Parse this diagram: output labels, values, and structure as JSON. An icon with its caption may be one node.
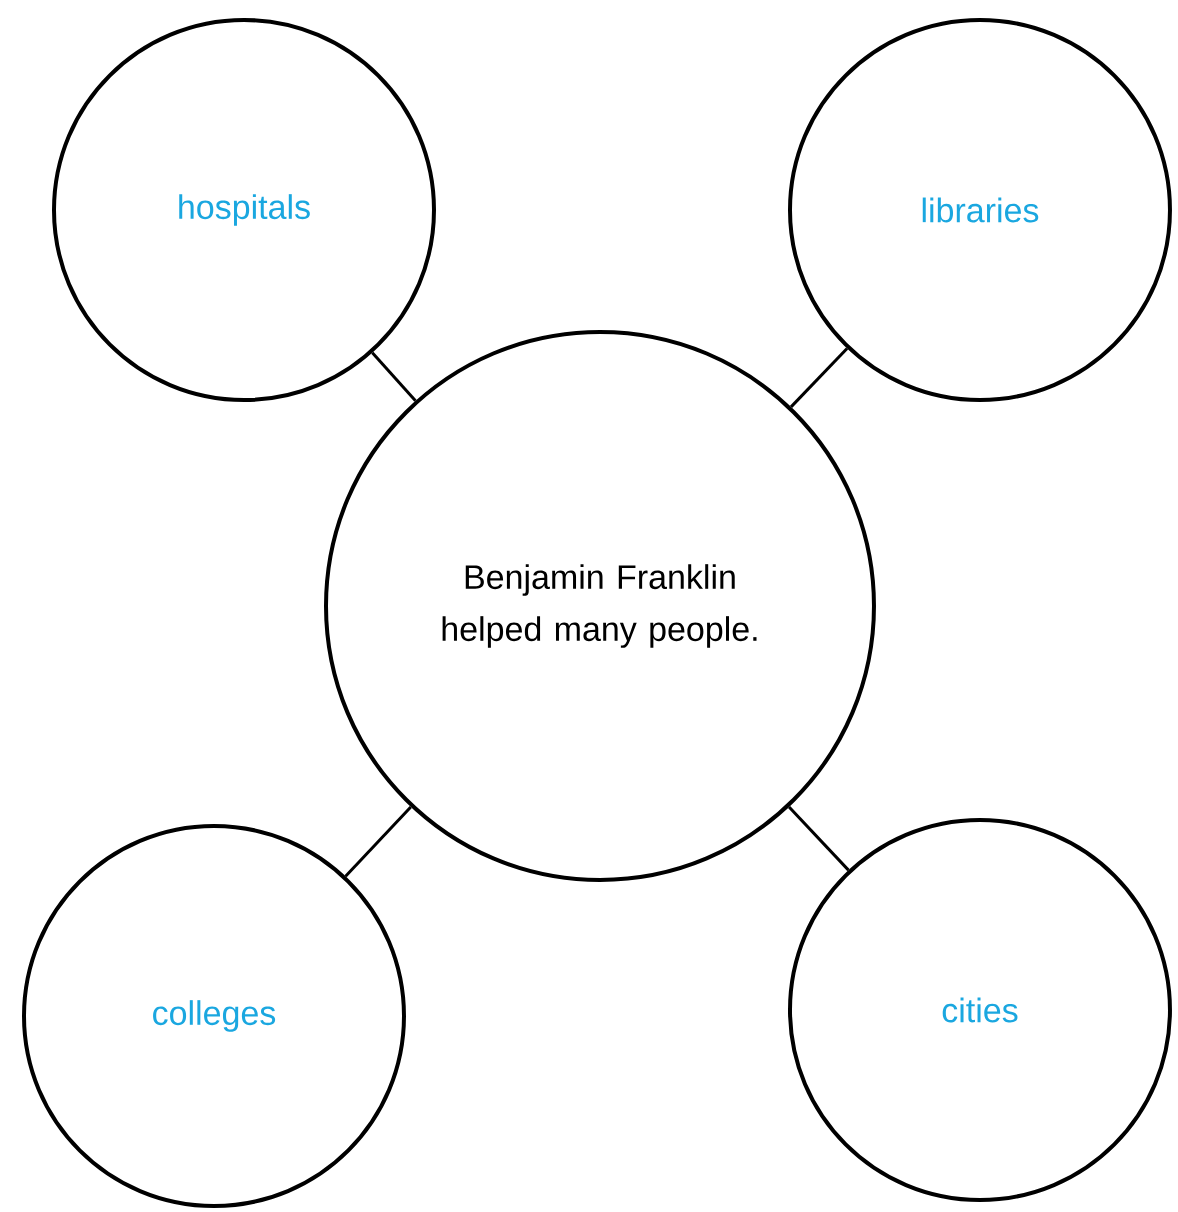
{
  "diagram": {
    "nodes": [
      {
        "text": [
          "hospitals"
        ]
      },
      {
        "text": [
          "libraries"
        ]
      },
      {
        "text": [
          "Benjamin Franklin helped many people."
        ]
      },
      {
        "text": [
          "colleges"
        ]
      },
      {
        "text": [
          "cities"
        ]
      }
    ],
    "edges": [
      {
        "from": 2,
        "to": 0,
        "arrow": "none"
      },
      {
        "from": 2,
        "to": 1,
        "arrow": "none"
      },
      {
        "from": 2,
        "to": 3,
        "arrow": "none"
      },
      {
        "from": 2,
        "to": 4,
        "arrow": "none"
      }
    ]
  }
}
